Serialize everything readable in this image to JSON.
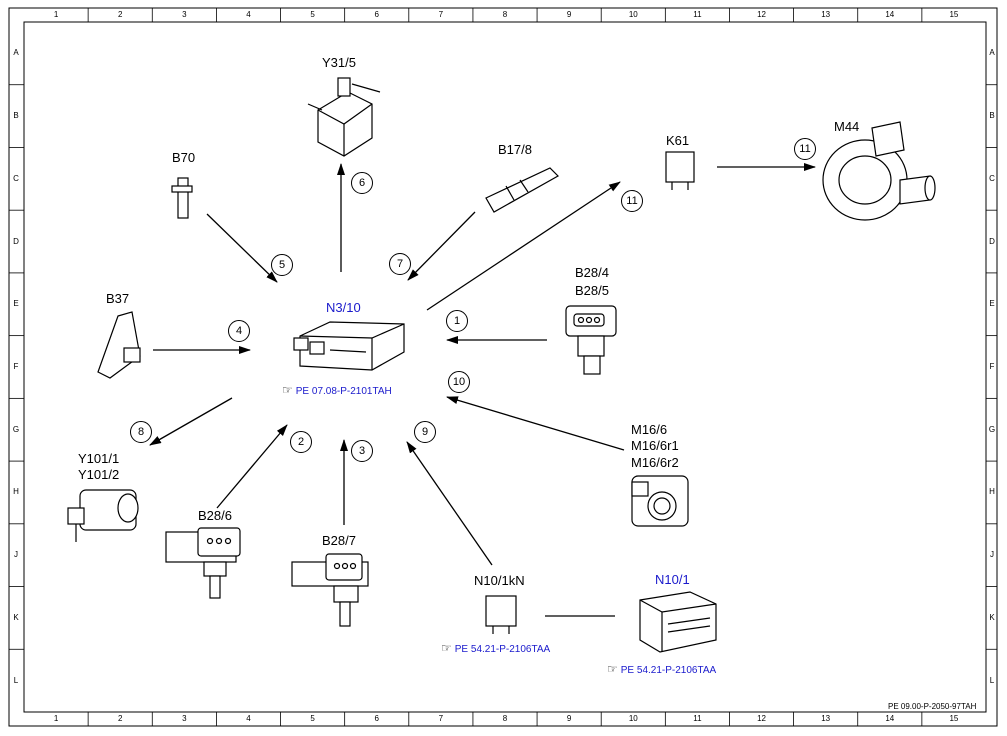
{
  "grid": {
    "columns": [
      "1",
      "2",
      "3",
      "4",
      "5",
      "6",
      "7",
      "8",
      "9",
      "10",
      "11",
      "12",
      "13",
      "14",
      "15"
    ],
    "rows": [
      "A",
      "B",
      "C",
      "D",
      "E",
      "F",
      "G",
      "H",
      "J",
      "K",
      "L"
    ]
  },
  "components": {
    "y31_5": "Y31/5",
    "b70": "B70",
    "b17_8": "B17/8",
    "k61": "K61",
    "m44": "M44",
    "b37": "B37",
    "n3_10": "N3/10",
    "b28_4": "B28/4",
    "b28_5": "B28/5",
    "y101_1": "Y101/1",
    "y101_2": "Y101/2",
    "b28_6": "B28/6",
    "b28_7": "B28/7",
    "m16_6": "M16/6",
    "m16_6r1": "M16/6r1",
    "m16_6r2": "M16/6r2",
    "n10_1kn": "N10/1kN",
    "n10_1": "N10/1"
  },
  "references": {
    "n3_10_ref": "PE 07.08-P-2101TAH",
    "n10_1kn_ref": "PE 54.21-P-2106TAA",
    "n10_1_ref": "PE 54.21-P-2106TAA"
  },
  "connections": [
    "1",
    "2",
    "3",
    "4",
    "5",
    "6",
    "7",
    "8",
    "9",
    "10",
    "11",
    "11"
  ],
  "document_code": "PE 09.00-P-2050-97TAH",
  "icons": {
    "reference": "pointing-hand-icon"
  },
  "colors": {
    "reference_text": "#1a1acc",
    "line": "#000000"
  }
}
